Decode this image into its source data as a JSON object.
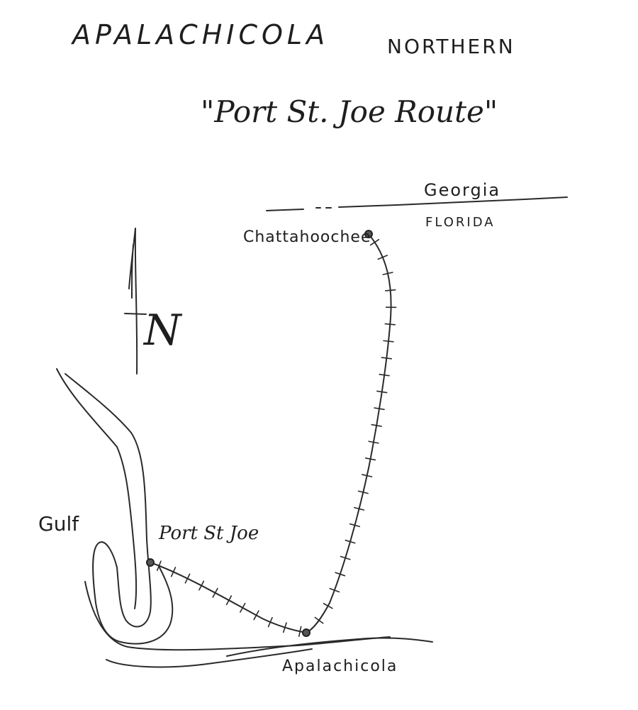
{
  "header": {
    "railroad_word_1": "APALACHICOLA",
    "railroad_word_2": "NORTHERN",
    "route_name": "\"Port St. Joe Route\""
  },
  "labels": {
    "georgia": "Georgia",
    "florida": "FLORIDA",
    "gulf": "Gulf",
    "north_symbol": "N"
  },
  "stations": {
    "chattahoochee": "Chattahoochee",
    "port_st_joe": "Port St Joe",
    "apalachicola": "Apalachicola"
  },
  "colors": {
    "ink": "#2a2a2a",
    "paper": "#ffffff"
  }
}
